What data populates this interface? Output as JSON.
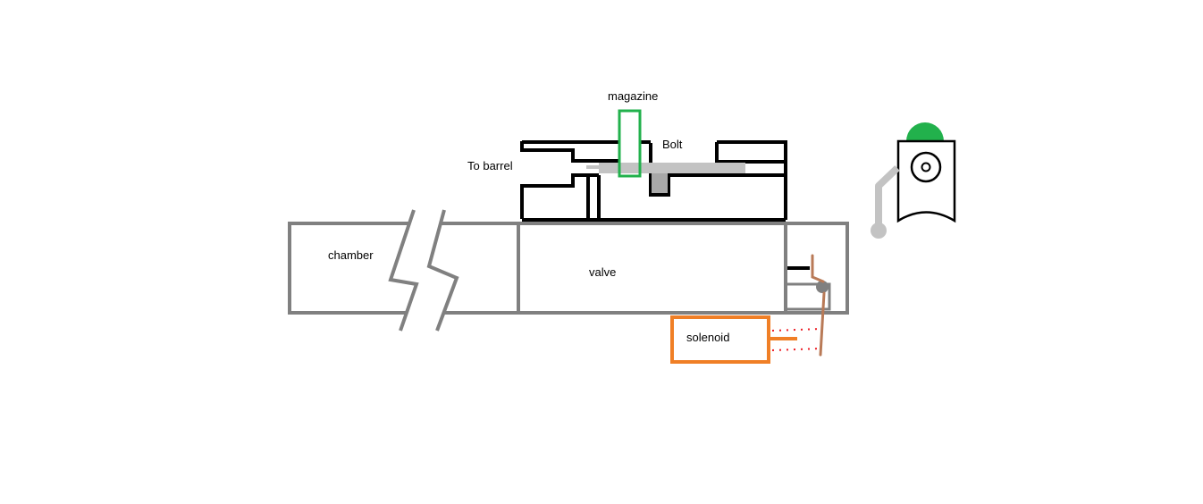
{
  "labels": {
    "magazine": "magazine",
    "bolt": "Bolt",
    "to_barrel": "To barrel",
    "chamber": "chamber",
    "valve": "valve",
    "solenoid": "solenoid"
  },
  "colors": {
    "background": "#ffffff",
    "outline_black": "#000000",
    "pipe_gray": "#808080",
    "bolt_gray": "#c3c3c3",
    "bolt_tab_gray": "#a8a8a8",
    "magazine_green": "#22b14c",
    "solenoid_orange": "#f07f26",
    "linkage_brown": "#b97a57",
    "wire_red": "#ed1c24",
    "trigger_gray": "#c3c3c3",
    "button_green": "#22b14c"
  },
  "icons": {
    "trigger_unit": "trigger-icon",
    "fire_button": "green-button-icon",
    "break_marks": "break-symbol-icon"
  }
}
